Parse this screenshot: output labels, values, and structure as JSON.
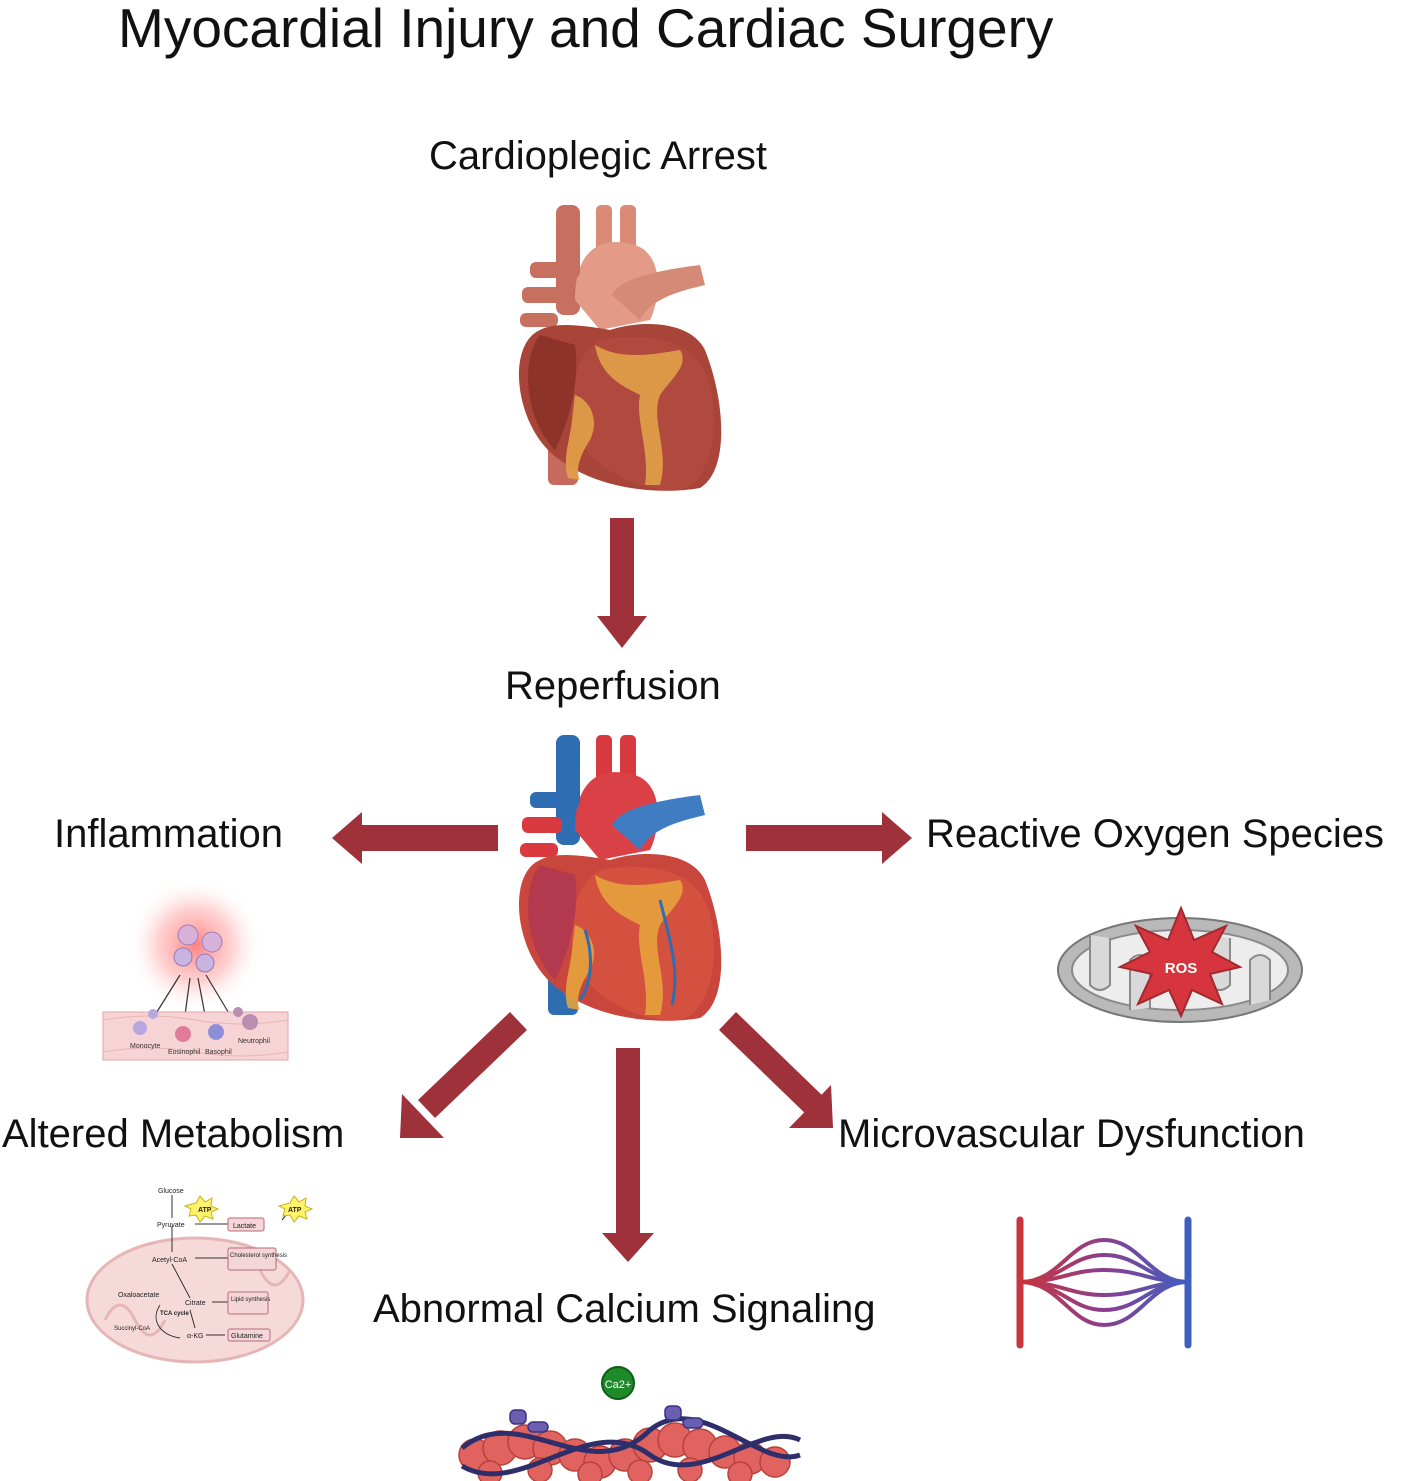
{
  "title": "Myocardial Injury and Cardiac Surgery",
  "stages": {
    "arrest": "Cardioplegic Arrest",
    "reperfusion": "Reperfusion"
  },
  "outcomes": {
    "inflammation": "Inflammation",
    "ros": "Reactive Oxygen Species",
    "metabolism": "Altered Metabolism",
    "microvascular": "Microvascular Dysfunction",
    "calcium": "Abnormal Calcium Signaling"
  },
  "inflammation_cells": [
    "Monocyte",
    "Eosinophil",
    "Basophil",
    "Neutrophil"
  ],
  "ros_label": "ROS",
  "metabolism_labels": {
    "glucose": "Glucose",
    "atp": "ATP",
    "pyruvate": "Pyruvate",
    "lactate": "Lactate",
    "acetyl_coa": "Acetyl-CoA",
    "cholesterol": "Cholesterol synthesis",
    "oxaloacetate": "Oxaloacetate",
    "citrate": "Citrate",
    "lipid": "Lipid synthesis",
    "tca": "TCA cycle",
    "succinyl": "Succinyl-CoA",
    "akg": "α-KG",
    "glutamine": "Glutamine"
  },
  "calcium_label": "Ca2+",
  "colors": {
    "arrow": "#9e3139",
    "heart_red": "#c9463d",
    "vein_blue": "#2f6db3",
    "fat_yellow": "#e6a23c"
  }
}
